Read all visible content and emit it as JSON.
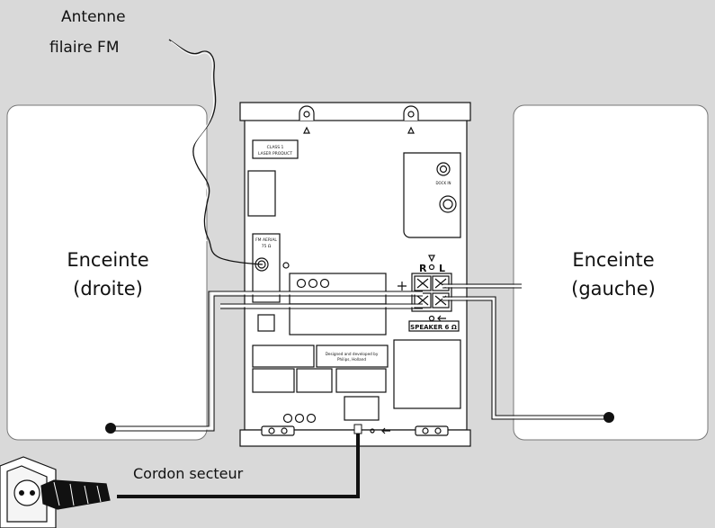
{
  "labels": {
    "antenna_line1": "Antenne",
    "antenna_line2": "filaire FM",
    "speaker_right_line1": "Enceinte",
    "speaker_right_line2": "(droite)",
    "speaker_left_line1": "Enceinte",
    "speaker_left_line2": "(gauche)",
    "power_cord": "Cordon secteur"
  },
  "unit_labels": {
    "laser_line1": "CLASS 1",
    "laser_line2": "LASER PRODUCT",
    "dock_in": "DOCK IN",
    "fm_aerial_line1": "FM AERIAL",
    "fm_aerial_line2": "75 Ω",
    "channel_r": "R",
    "channel_l": "L",
    "speaker_terminal": "SPEAKER 6 Ω",
    "designed_line1": "Designed and developed by",
    "designed_line2": "Philips, Holland"
  },
  "colors": {
    "background": "#d9d9d9",
    "panel": "#ffffff",
    "line": "#111111"
  }
}
